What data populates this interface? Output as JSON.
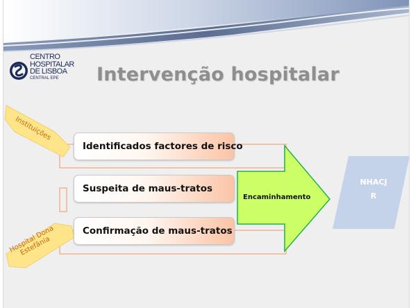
{
  "logo": {
    "lines": [
      "CENTRO",
      "HOSPITALAR",
      "DE LISBOA"
    ],
    "sub": "CENTRAL EPE"
  },
  "title": "Intervenção hospitalar",
  "tags": {
    "top": "Instituições",
    "bottom_line1": "Hospital Dona",
    "bottom_line2": "Estefânia"
  },
  "items": [
    "Identificados factores de risco",
    "Suspeita de maus-tratos",
    "Confirmação de maus-tratos"
  ],
  "arrow": {
    "label": "Encaminhamento"
  },
  "target": {
    "line1": "NHACJ",
    "line2": "R"
  },
  "colors": {
    "title": "#8e8e8e",
    "arrow_fill": "#ccff66",
    "arrow_stroke": "#22b14c",
    "target_fill": "#c5d3ea",
    "tag_fill": "#ffe58a",
    "tag_text": "#c26a10",
    "connector": "#f0a47a",
    "box_gradient_end": "#fbc4a6"
  }
}
